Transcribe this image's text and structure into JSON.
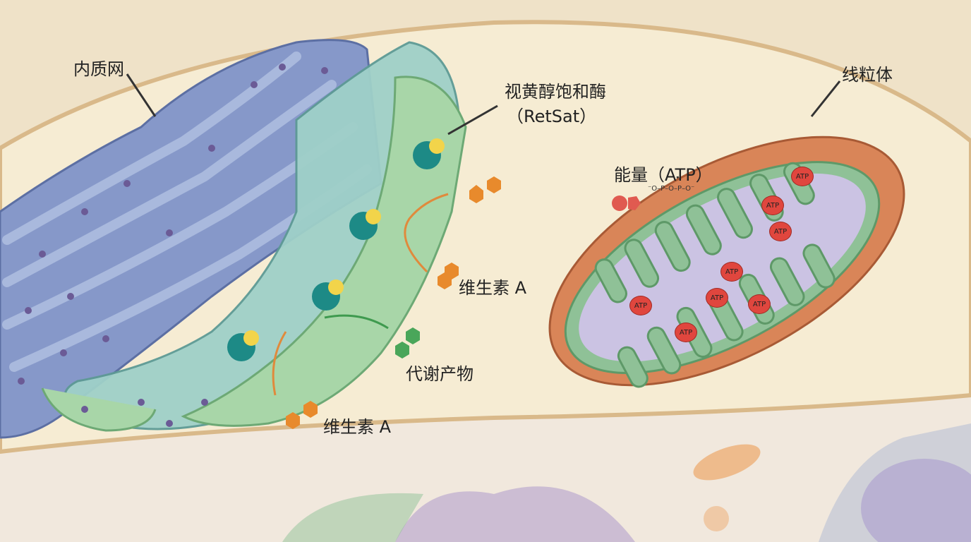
{
  "labels": {
    "er": "内质网",
    "retsat_cn": "视黄醇饱和酶",
    "retsat_en": "（RetSat）",
    "mitochondrion": "线粒体",
    "energy": "能量（ATP）",
    "vitamin_a_1": "维生素 A",
    "vitamin_a_2": "维生素 A",
    "metabolite": "代谢产物"
  },
  "atp_markers": [
    "ATP",
    "ATP",
    "ATP",
    "ATP",
    "ATP",
    "ATP",
    "ATP",
    "ATP"
  ],
  "phosphate_formula": "⁻O–P–O–P–O⁻",
  "colors": {
    "cytoplasm": "#f6ecd3",
    "membrane": "#d9b98a",
    "er_blue": "#7f93c4",
    "er_green": "#9fcfa4",
    "mito_outer": "#d98558",
    "mito_inner": "#8fc197",
    "matrix": "#cbc3e3",
    "atp": "#e0463e",
    "enzyme": "#1d8a86",
    "vitamin": "#e88a2c"
  }
}
